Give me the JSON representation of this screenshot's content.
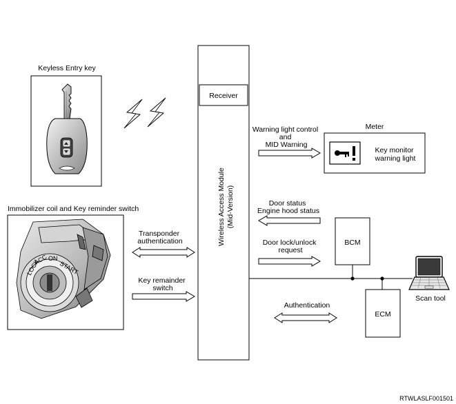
{
  "labels": {
    "keyless_entry_key": "Keyless Entry key",
    "immobilizer": "Immobilizer coil and Key reminder switch",
    "receiver": "Receiver",
    "module_line1": "Wireless Access Module",
    "module_line2": "(Mid-Version)",
    "warning_line1": "Warning light control",
    "warning_line2": "and",
    "warning_line3": "MID Warning",
    "meter": "Meter",
    "key_monitor_line1": "Key monitor",
    "key_monitor_line2": "warning light",
    "door_status_line1": "Door status",
    "door_status_line2": "Engine hood status",
    "door_lock_line1": "Door lock/unlock",
    "door_lock_line2": "request",
    "bcm": "BCM",
    "scan_tool": "Scan tool",
    "transponder_line1": "Transponder",
    "transponder_line2": "authentication",
    "key_reminder_line1": "Key remainder",
    "key_reminder_line2": "switch",
    "authentication": "Authentication",
    "ecm": "ECM",
    "figure_code": "RTWLASLF001501"
  },
  "icons": {
    "wireless": "lightning-icon",
    "key": "key-fob-icon",
    "ignition": "ignition-switch-icon",
    "warning": "key-warning-icon",
    "laptop": "laptop-icon"
  }
}
